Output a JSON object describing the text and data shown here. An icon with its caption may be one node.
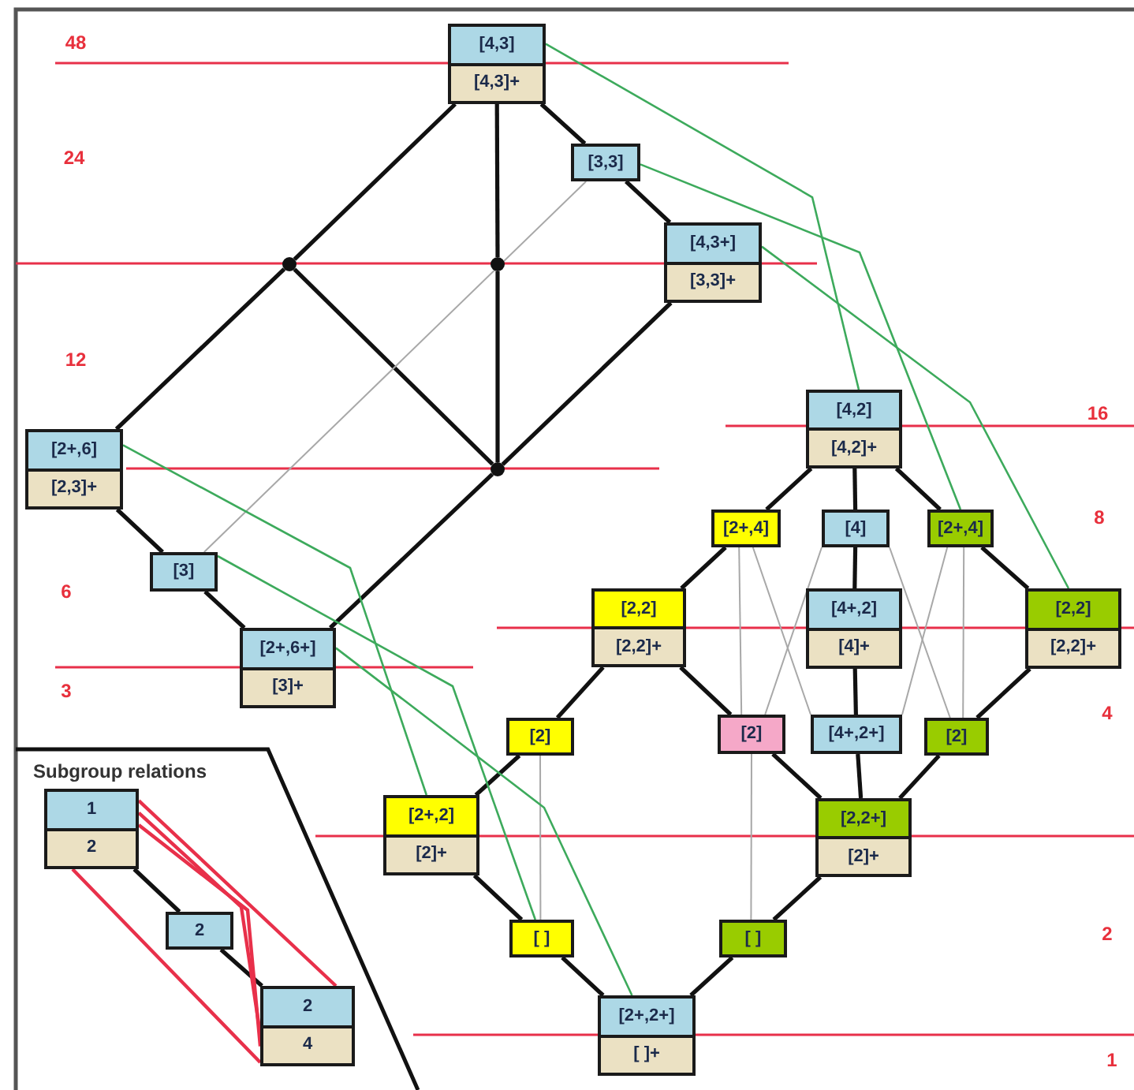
{
  "diagram": {
    "nodes": [
      {
        "text": [
          "[4,3]",
          "[4,3]+"
        ]
      },
      {
        "text": [
          "[3,3]"
        ]
      },
      {
        "text": [
          "[4,3+]",
          "[3,3]+"
        ]
      },
      {
        "text": [],
        "shape": "circle"
      },
      {
        "text": [],
        "shape": "circle"
      },
      {
        "text": [
          "[2+,6]",
          "[2,3]+"
        ]
      },
      {
        "text": [],
        "shape": "circle"
      },
      {
        "text": [
          "[3]"
        ]
      },
      {
        "text": [
          "[2+,6+]",
          "[3]+"
        ]
      },
      {
        "text": [
          "[4,2]",
          "[4,2]+"
        ]
      },
      {
        "text": [
          "[2+,4]"
        ]
      },
      {
        "text": [
          "[4]"
        ]
      },
      {
        "text": [
          "[2+,4]"
        ]
      },
      {
        "text": [
          "[2,2]",
          "[2,2]+"
        ]
      },
      {
        "text": [
          "[4+,2]",
          "[4]+"
        ]
      },
      {
        "text": [
          "[2,2]",
          "[2,2]+"
        ]
      },
      {
        "text": [
          "[2]"
        ]
      },
      {
        "text": [
          "[2]"
        ]
      },
      {
        "text": [
          "[4+,2+]"
        ]
      },
      {
        "text": [
          "[2]"
        ]
      },
      {
        "text": [
          "[2+,2]",
          "[2]+"
        ]
      },
      {
        "text": [
          "[2,2+]",
          "[2]+"
        ]
      },
      {
        "text": [
          "[ ]"
        ]
      },
      {
        "text": [
          "[ ]"
        ]
      },
      {
        "text": [
          "[2+,2+]",
          "[ ]+"
        ]
      },
      {
        "text": [
          "Subgroup relations"
        ]
      },
      {
        "text": [
          "1",
          "2"
        ],
        "in": 25
      },
      {
        "text": [
          "2"
        ],
        "in": 25
      },
      {
        "text": [
          "2",
          "4"
        ],
        "in": 25
      }
    ],
    "edges": [
      {
        "from": 0,
        "to": 3,
        "arrow": "none"
      },
      {
        "from": 0,
        "to": 4,
        "arrow": "none"
      },
      {
        "from": 0,
        "to": 1,
        "arrow": "none"
      },
      {
        "from": 1,
        "to": 2,
        "arrow": "none"
      },
      {
        "from": 3,
        "to": 5,
        "arrow": "none"
      },
      {
        "from": 3,
        "to": 6,
        "arrow": "none"
      },
      {
        "from": 4,
        "to": 6,
        "arrow": "none"
      },
      {
        "from": 2,
        "to": 6,
        "arrow": "none"
      },
      {
        "from": 6,
        "to": 8,
        "arrow": "none"
      },
      {
        "from": 5,
        "to": 7,
        "arrow": "none"
      },
      {
        "from": 7,
        "to": 8,
        "arrow": "none"
      },
      {
        "from": 7,
        "to": 1,
        "arrow": "none",
        "color": "#a8a8a8"
      },
      {
        "from": 9,
        "to": 10,
        "arrow": "none"
      },
      {
        "from": 9,
        "to": 11,
        "arrow": "none"
      },
      {
        "from": 9,
        "to": 12,
        "arrow": "none"
      },
      {
        "from": 10,
        "to": 13,
        "arrow": "none"
      },
      {
        "from": 11,
        "to": 14,
        "arrow": "none"
      },
      {
        "from": 12,
        "to": 15,
        "arrow": "none"
      },
      {
        "from": 13,
        "to": 16,
        "arrow": "none"
      },
      {
        "from": 13,
        "to": 17,
        "arrow": "none"
      },
      {
        "from": 14,
        "to": 18,
        "arrow": "none"
      },
      {
        "from": 15,
        "to": 19,
        "arrow": "none"
      },
      {
        "from": 17,
        "to": 21,
        "arrow": "none"
      },
      {
        "from": 18,
        "to": 21,
        "arrow": "none"
      },
      {
        "from": 19,
        "to": 21,
        "arrow": "none"
      },
      {
        "from": 16,
        "to": 20,
        "arrow": "none"
      },
      {
        "from": 20,
        "to": 22,
        "arrow": "none"
      },
      {
        "from": 21,
        "to": 23,
        "arrow": "none"
      },
      {
        "from": 22,
        "to": 24,
        "arrow": "none"
      },
      {
        "from": 23,
        "to": 24,
        "arrow": "none"
      },
      {
        "from": 16,
        "to": 22,
        "arrow": "none",
        "color": "#a8a8a8"
      },
      {
        "from": 17,
        "to": 23,
        "arrow": "none",
        "color": "#a8a8a8"
      },
      {
        "from": 10,
        "to": 17,
        "arrow": "none",
        "color": "#a8a8a8"
      },
      {
        "from": 10,
        "to": 18,
        "arrow": "none",
        "color": "#a8a8a8"
      },
      {
        "from": 11,
        "to": 17,
        "arrow": "none",
        "color": "#a8a8a8"
      },
      {
        "from": 11,
        "to": 19,
        "arrow": "none",
        "color": "#a8a8a8"
      },
      {
        "from": 12,
        "to": 18,
        "arrow": "none",
        "color": "#a8a8a8"
      },
      {
        "from": 12,
        "to": 19,
        "arrow": "none",
        "color": "#a8a8a8"
      },
      {
        "from": 0,
        "to": 9,
        "arrow": "none",
        "color": "#3daa5c"
      },
      {
        "from": 1,
        "to": 12,
        "arrow": "none",
        "color": "#3daa5c"
      },
      {
        "from": 2,
        "to": 15,
        "arrow": "none",
        "color": "#3daa5c"
      },
      {
        "from": 5,
        "to": 20,
        "arrow": "none",
        "color": "#3daa5c"
      },
      {
        "from": 7,
        "to": 22,
        "arrow": "none",
        "color": "#3daa5c"
      },
      {
        "from": 8,
        "to": 24,
        "arrow": "none",
        "color": "#3daa5c"
      },
      {
        "from": 26,
        "to": 27,
        "arrow": "none"
      },
      {
        "from": 27,
        "to": 28,
        "arrow": "none"
      },
      {
        "from": 26,
        "to": 28,
        "arrow": "none",
        "color": "#e8304a"
      },
      {
        "from": 26,
        "to": 28,
        "arrow": "none",
        "color": "#e8304a"
      },
      {
        "from": 26,
        "to": 28,
        "arrow": "none",
        "color": "#e8304a"
      },
      {
        "from": 26,
        "to": 28,
        "arrow": "none",
        "color": "#e8304a"
      }
    ],
    "labels": [
      "48",
      "24",
      "12",
      "16",
      "8",
      "6",
      "3",
      "4",
      "2",
      "1"
    ]
  }
}
